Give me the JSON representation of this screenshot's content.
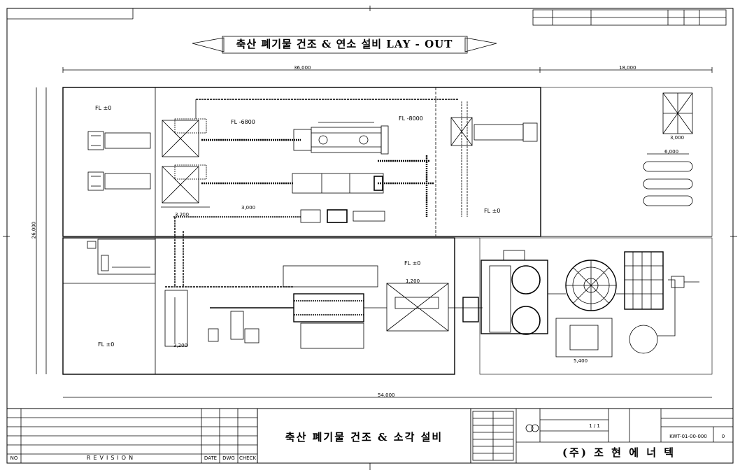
{
  "drawing": {
    "banner_title": "축산 폐기물 건조 & 연소 설비 LAY - OUT",
    "floor_levels": {
      "top_left": "FL ±0",
      "bottom_left": "FL ±0",
      "top_right": "FL ±0",
      "center": "FL ±0",
      "mid_a": "FL -6800",
      "mid_b": "FL -8000"
    },
    "dims": {
      "top_main": "36,000",
      "top_right": "18,000",
      "bottom": "54,000",
      "left": "26,000",
      "hopper_w": "3,200",
      "hopper2_w": "3,200",
      "tank_l": "6,000",
      "grid_box": "3,000",
      "dim_1200": "1,200",
      "dim_3000": "3,000",
      "dim_5400": "5,400"
    }
  },
  "title_block": {
    "main_title": "축산 폐기물 건조 & 소각 설비",
    "company": "(주) 조 현 에 너 텍",
    "revision_label": "REVISION",
    "no_label": "NO",
    "date_label": "DATE",
    "dwg_label": "DWG",
    "check_label": "CHECK",
    "scale": "1 / 1",
    "drawing_no": "KWT-01-00-000",
    "sheet_no": "0"
  }
}
